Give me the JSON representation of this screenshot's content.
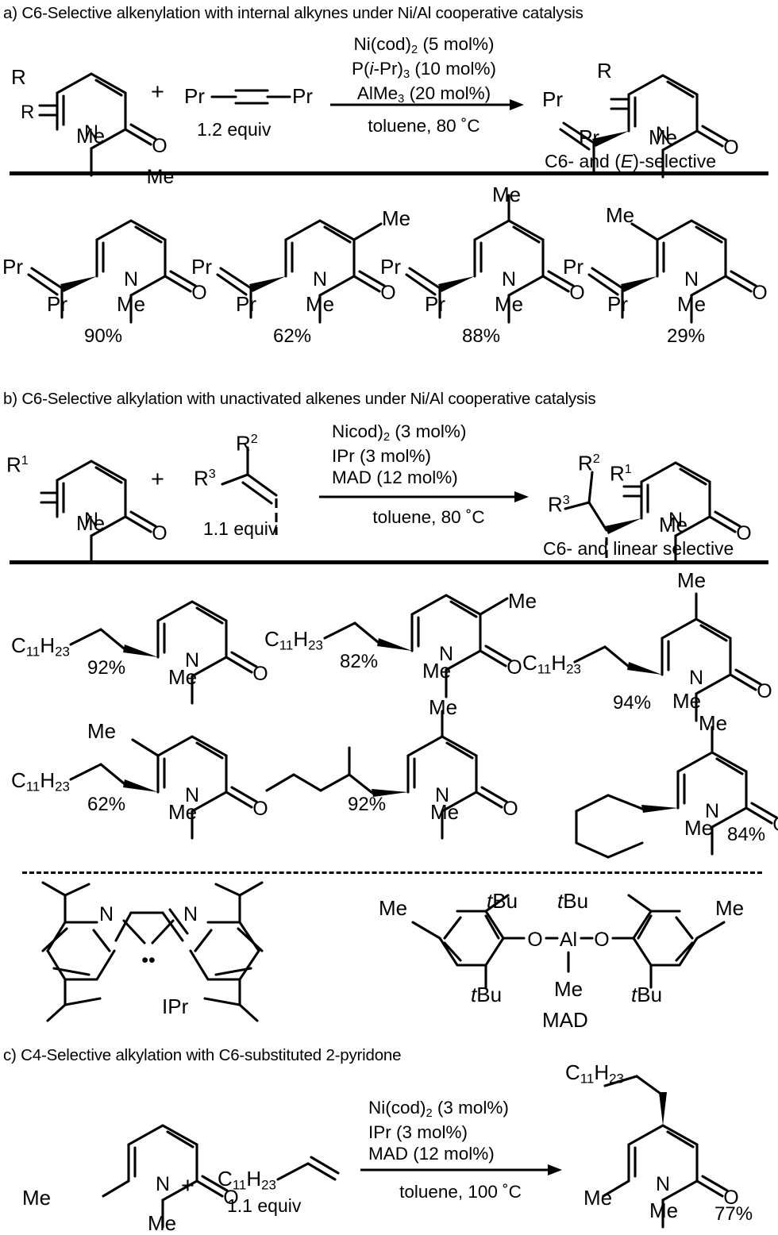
{
  "figure": {
    "type": "reaction-scheme",
    "panels": [
      {
        "id": "a",
        "title": "a) C6-Selective alkenylation with internal alkynes under Ni/Al cooperative catalysis",
        "reaction": {
          "substrate_label": "R",
          "substrate_n_methyl": "Me",
          "plus": "+",
          "partner_left": "Pr",
          "partner_right": "Pr",
          "partner_equiv": "1.2 equiv",
          "conditions_above": [
            "Ni(cod)2 (5 mol%)",
            "P(i-Pr)3 (10 mol%)",
            "AlMe3 (20 mol%)"
          ],
          "conditions_below": "toluene, 80 ˚C",
          "product_r": "R",
          "product_vinyl_left": "Pr",
          "product_vinyl_down": "Pr",
          "product_n_methyl": "Me",
          "selectivity": "C6- and (E)-selective"
        },
        "products": [
          {
            "yield": "90%",
            "ring_sub": "",
            "ring_sub_pos": "none",
            "left": "Pr",
            "down": "Pr",
            "nme": "Me"
          },
          {
            "yield": "62%",
            "ring_sub": "Me",
            "ring_sub_pos": "C3",
            "left": "Pr",
            "down": "Pr",
            "nme": "Me"
          },
          {
            "yield": "88%",
            "ring_sub": "Me",
            "ring_sub_pos": "C4",
            "left": "Pr",
            "down": "Pr",
            "nme": "Me"
          },
          {
            "yield": "29%",
            "ring_sub": "Me",
            "ring_sub_pos": "C5",
            "left": "Pr",
            "down": "Pr",
            "nme": "Me"
          }
        ]
      },
      {
        "id": "b",
        "title": "b) C6-Selective alkylation with unactivated alkenes under Ni/Al cooperative catalysis",
        "reaction": {
          "substrate_label": "R1",
          "substrate_n_methyl": "Me",
          "plus": "+",
          "alkene_top": "R2",
          "alkene_left": "R3",
          "partner_equiv": "1.1 equiv",
          "conditions_above": [
            "Nicod)2 (3 mol%)",
            "IPr (3 mol%)",
            "MAD (12 mol%)"
          ],
          "conditions_below": "toluene, 80 ˚C",
          "product_r1": "R1",
          "product_r2": "R2",
          "product_r3": "R3",
          "product_n_methyl": "Me",
          "selectivity": "C6- and linear selective"
        },
        "products": [
          {
            "yield": "92%",
            "chain": "C11H23",
            "ring_sub": "",
            "ring_sub_pos": "none",
            "nme": "Me"
          },
          {
            "yield": "82%",
            "chain": "C11H23",
            "ring_sub": "Me",
            "ring_sub_pos": "C3",
            "nme": "Me"
          },
          {
            "yield": "94%",
            "chain": "C11H23",
            "ring_sub": "Me",
            "ring_sub_pos": "C4",
            "nme": "Me"
          },
          {
            "yield": "62%",
            "chain": "C11H23",
            "ring_sub": "Me",
            "ring_sub_pos": "C5",
            "nme": "Me"
          },
          {
            "yield": "92%",
            "chain": "branched-pentyl",
            "ring_sub": "Me",
            "ring_sub_pos": "C4",
            "nme": "Me"
          },
          {
            "yield": "84%",
            "chain": "cyclohexyl",
            "ring_sub": "Me",
            "ring_sub_pos": "C4",
            "nme": "Me"
          }
        ],
        "ligands": [
          {
            "name": "IPr",
            "atoms": [
              "N",
              "N"
            ],
            "carbene_dots": "••"
          },
          {
            "name": "MAD",
            "labels_top": [
              "Me",
              "tBu",
              "tBu",
              "Me"
            ],
            "labels_bottom": [
              "tBu",
              "tBu"
            ],
            "center_atoms": [
              "O",
              "Al",
              "O"
            ],
            "al_methyl": "Me"
          }
        ]
      },
      {
        "id": "c",
        "title": "c) C4-Selective alkylation with C6-substituted 2-pyridone",
        "reaction": {
          "substrate_c6_methyl": "Me",
          "substrate_n_methyl": "Me",
          "plus": "+",
          "alkene_chain": "C11H23",
          "partner_equiv": "1.1 equiv",
          "conditions_above": [
            "Ni(cod)2 (3 mol%)",
            "IPr (3 mol%)",
            "MAD (12 mol%)"
          ],
          "conditions_below": "toluene, 100 ˚C",
          "product_chain": "C11H23",
          "product_c6_methyl": "Me",
          "product_n_methyl": "Me",
          "yield": "77%"
        }
      }
    ],
    "common_atoms": {
      "nitrogen": "N",
      "oxygen": "O",
      "aluminium": "Al"
    },
    "colors": {
      "ink": "#000000",
      "background": "#ffffff"
    }
  }
}
